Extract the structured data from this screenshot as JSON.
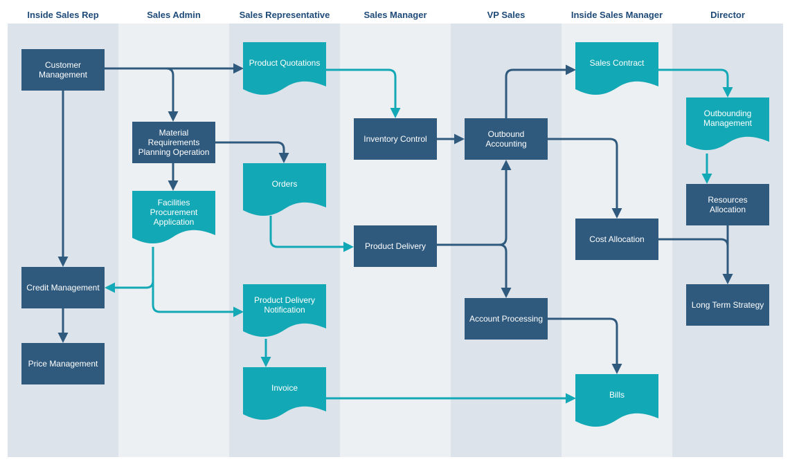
{
  "colors": {
    "process": "#2f5a7e",
    "document": "#13a8b5",
    "flow_dark": "#2f5a7e",
    "flow_teal": "#13a8b5",
    "lane_title": "#1e4a78"
  },
  "lanes": [
    {
      "title": "Inside Sales Rep"
    },
    {
      "title": "Sales Admin"
    },
    {
      "title": "Sales Representative"
    },
    {
      "title": "Sales Manager"
    },
    {
      "title": "VP Sales"
    },
    {
      "title": "Inside Sales Manager"
    },
    {
      "title": "Director"
    }
  ],
  "nodes": {
    "customer_management": "Customer\nManagement",
    "credit_management": "Credit Management",
    "price_management": "Price Management",
    "mrp_operation": "Material\nRequirements\nPlanning Operation",
    "facilities_procurement": "Facilities\nProcurement\nApplication",
    "product_quotations": "Product Quotations",
    "orders": "Orders",
    "product_delivery_notification": "Product Delivery\nNotification",
    "invoice": "Invoice",
    "inventory_control": "Inventory Control",
    "product_delivery": "Product Delivery",
    "outbound_accounting": "Outbound\nAccounting",
    "account_processing": "Account Processing",
    "sales_contract": "Sales Contract",
    "cost_allocation": "Cost Allocation",
    "bills": "Bills",
    "outbounding_management": "Outbounding\nManagement",
    "resources_allocation": "Resources\nAllocation",
    "long_term_strategy": "Long Term Strategy"
  }
}
